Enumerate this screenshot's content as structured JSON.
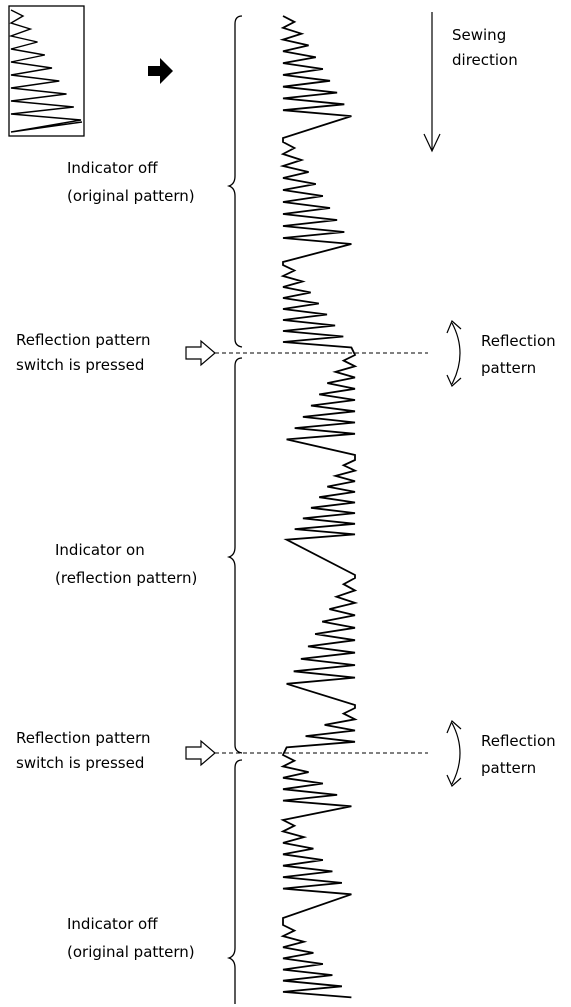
{
  "labels": {
    "sewing_direction_line1": "Sewing",
    "sewing_direction_line2": "direction",
    "indicator_off_1_line1": "Indicator off",
    "indicator_off_1_line2": "(original pattern)",
    "switch_pressed_1_line1": "Reflection pattern",
    "switch_pressed_1_line2": "switch is pressed",
    "reflection_1_line1": "Reflection",
    "reflection_1_line2": "pattern",
    "indicator_on_line1": "Indicator on",
    "indicator_on_line2": "(reflection pattern)",
    "switch_pressed_2_line1": "Reflection pattern",
    "switch_pressed_2_line2": "switch is pressed",
    "reflection_2_line1": "Reflection",
    "reflection_2_line2": "pattern",
    "indicator_off_2_line1": "Indicator off",
    "indicator_off_2_line2": "(original pattern)"
  },
  "colors": {
    "stroke": "#000000",
    "background": "#ffffff"
  },
  "icons": {
    "arrow": "right-arrow-icon",
    "switch": "hollow-arrow-icon",
    "reflect": "curved-double-arrow-icon"
  }
}
